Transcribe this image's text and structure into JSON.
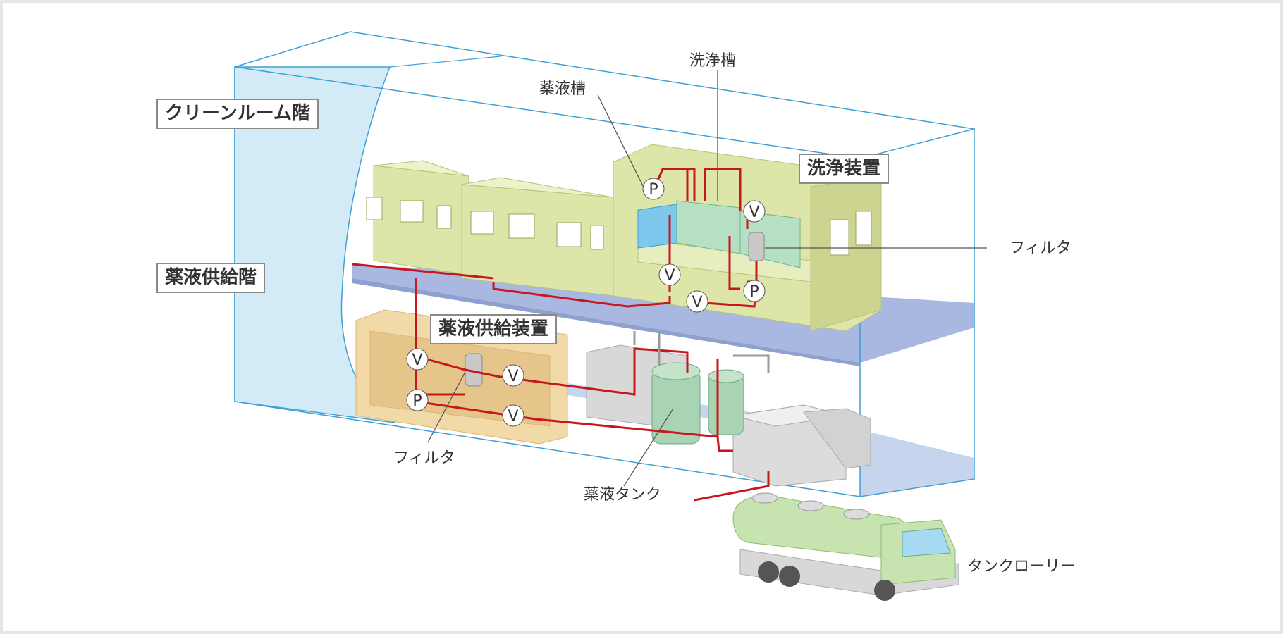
{
  "floors": {
    "cleanroom": "クリーンルーム階",
    "chemical_supply": "薬液供給階"
  },
  "equipment": {
    "cleaning_unit": "洗浄装置",
    "chemical_supply_unit": "薬液供給装置"
  },
  "callouts": {
    "chemical_bath": "薬液槽",
    "rinse_bath": "洗浄槽",
    "filter_upper": "フィルタ",
    "filter_lower": "フィルタ",
    "chemical_tank": "薬液タンク",
    "tank_lorry": "タンクローリー"
  },
  "markers": {
    "pump": "P",
    "valve": "V"
  },
  "colors": {
    "pipe": "#c8161d",
    "building_glass": "#d3ebf7",
    "floor_slab": "#a9b8e0",
    "cleanroom_unit": "#dde5a8",
    "supply_unit": "#f1d9a8",
    "tank": "#a9d4b3",
    "lorry": "#c6e3b0"
  }
}
